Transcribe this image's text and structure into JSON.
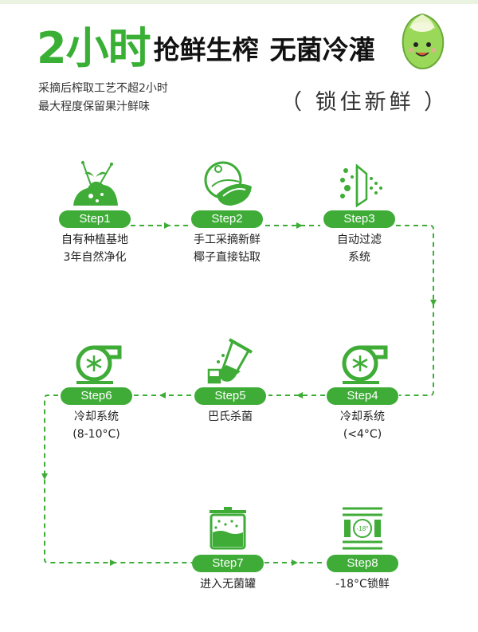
{
  "header": {
    "big": "2小时",
    "title1": "抢鲜生榨",
    "title2": "无菌冷灌",
    "sub1": "采摘后榨取工艺不超2小时",
    "sub2": "最大程度保留果汁鲜味",
    "lock": "（ 锁住新鲜 ）"
  },
  "colors": {
    "green": "#3eac37",
    "title_green": "#39b035"
  },
  "steps": [
    {
      "label": "Step1",
      "line1": "自有种植基地",
      "line2": "3年自然净化",
      "icon": "plant-growth-icon"
    },
    {
      "label": "Step2",
      "line1": "手工采摘新鲜",
      "line2": "椰子直接钻取",
      "icon": "coconut-icon"
    },
    {
      "label": "Step3",
      "line1": "自动过滤",
      "line2": "系统",
      "icon": "filter-icon"
    },
    {
      "label": "Step4",
      "line1": "冷却系统",
      "line2": "(<4°C)",
      "icon": "cooling-icon"
    },
    {
      "label": "Step5",
      "line1": "巴氏杀菌",
      "line2": "",
      "icon": "test-tube-icon"
    },
    {
      "label": "Step6",
      "line1": "冷却系统",
      "line2": "(8-10°C)",
      "icon": "cooling-icon"
    },
    {
      "label": "Step7",
      "line1": "进入无菌罐",
      "line2": "",
      "icon": "tank-icon"
    },
    {
      "label": "Step8",
      "line1": "-18°C锁鲜",
      "line2": "",
      "icon": "freezer-icon"
    }
  ],
  "freezer_temp": "-18°"
}
